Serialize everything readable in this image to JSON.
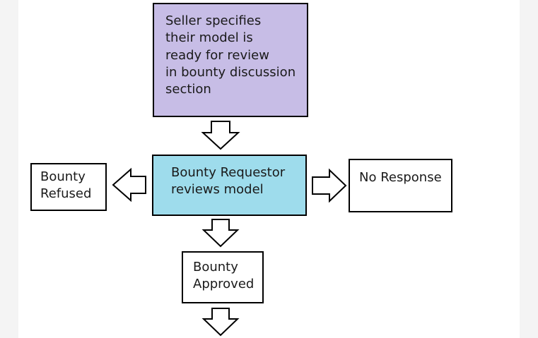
{
  "colors": {
    "seller_fill": "#c7bde6",
    "requestor_fill": "#9edcec",
    "plain_fill": "#ffffff",
    "border": "#000000"
  },
  "nodes": {
    "seller": {
      "lines": [
        "Seller specifies",
        "their model is",
        "ready for review",
        "in bounty discussion",
        "section"
      ]
    },
    "requestor": {
      "lines": [
        "Bounty Requestor",
        "reviews model"
      ]
    },
    "refused": {
      "lines": [
        "Bounty",
        "Refused"
      ]
    },
    "no_response": {
      "lines": [
        "No Response"
      ]
    },
    "approved": {
      "lines": [
        "Bounty",
        "Approved"
      ]
    }
  },
  "edges": [
    {
      "from": "seller",
      "to": "requestor",
      "direction": "down"
    },
    {
      "from": "requestor",
      "to": "refused",
      "direction": "left"
    },
    {
      "from": "requestor",
      "to": "no_response",
      "direction": "right"
    },
    {
      "from": "requestor",
      "to": "approved",
      "direction": "down"
    },
    {
      "from": "approved",
      "to": "",
      "direction": "down"
    }
  ]
}
